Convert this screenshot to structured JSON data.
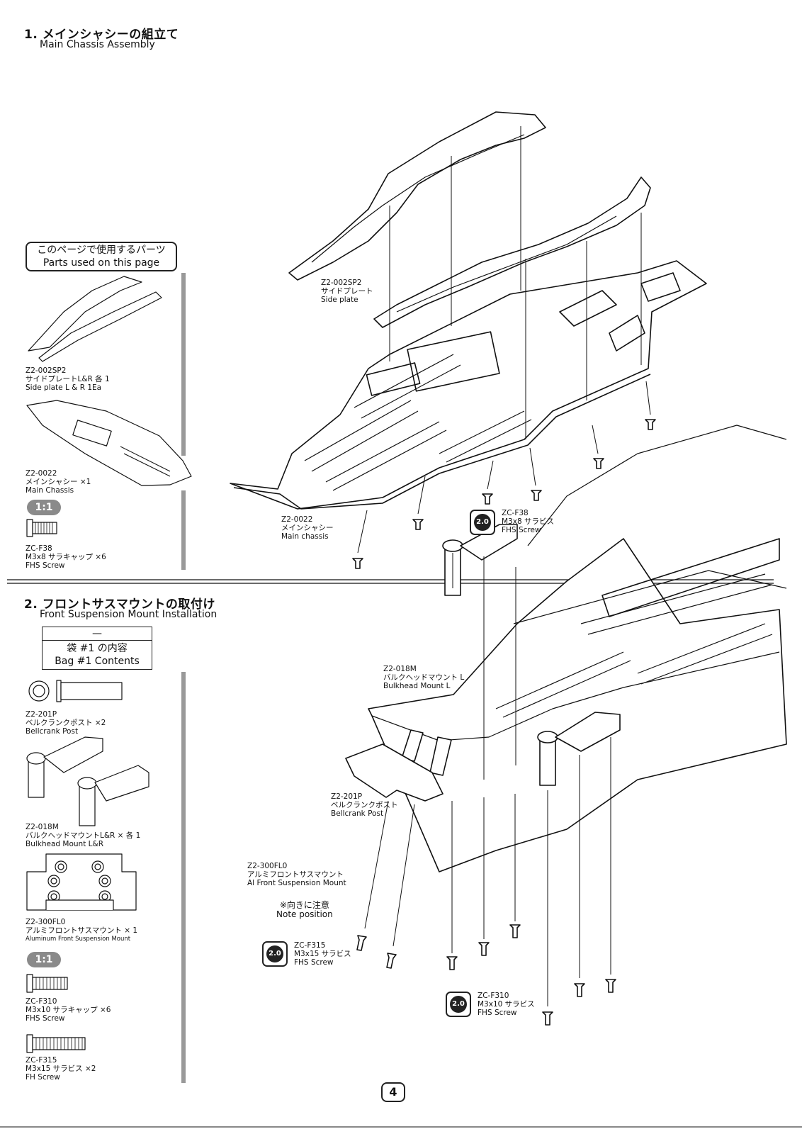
{
  "step1": {
    "title_jp": "1. メインシャシーの組立て",
    "title_en": "Main Chassis Assembly",
    "parts_box": {
      "jp": "このページで使用するパーツ",
      "en": "Parts used on this page"
    },
    "side_part": {
      "code": "Z2-002SP2",
      "jp": "サイドプレートL&R 各 1",
      "en": "Side plate L & R 1Ea"
    },
    "chassis_part": {
      "code": "Z2-0022",
      "jp": "メインシャシー ×1",
      "en": "Main Chassis"
    },
    "ratio": "1:1",
    "screw_part": {
      "code": "ZC-F38",
      "jp": "M3x8 サラキャップ ×6",
      "en": "FHS Screw"
    },
    "callout_side": {
      "code": "Z2-002SP2",
      "jp": "サイドプレート",
      "en": "Side plate"
    },
    "callout_chassis": {
      "code": "Z2-0022",
      "jp": "メインシャシー",
      "en": "Main chassis"
    },
    "callout_screw": {
      "code": "ZC-F38",
      "jp": "M3x8 サラビス",
      "en": "FHS Screw",
      "tool": "2.0"
    }
  },
  "step2": {
    "title_jp": "2. フロントサスマウントの取付け",
    "title_en": "Front Suspension Mount Installation",
    "bag_box": {
      "dash": "—",
      "jp": "袋 #1 の内容",
      "en": "Bag #1 Contents"
    },
    "post_part": {
      "code": "Z2-201P",
      "jp": "ベルクランクポスト ×2",
      "en": "Bellcrank Post"
    },
    "bulkhead_part": {
      "code": "Z2-018M",
      "jp": "バルクヘッドマウントL&R × 各 1",
      "en": "Bulkhead Mount L&R"
    },
    "sus_part": {
      "code": "Z2-300FL0",
      "jp": "アルミフロントサスマウント × 1",
      "en": "Aluminum Front Suspension Mount"
    },
    "ratio": "1:1",
    "screw10_part": {
      "code": "ZC-F310",
      "jp": "M3x10 サラキャップ ×6",
      "en": "FHS Screw"
    },
    "screw15_part": {
      "code": "ZC-F315",
      "jp": "M3x15 サラビス ×2",
      "en": "FH Screw"
    },
    "callout_bulkhead": {
      "code": "Z2-018M",
      "jp": "バルクヘッドマウント L",
      "en": "Bulkhead Mount L"
    },
    "callout_post": {
      "code": "Z2-201P",
      "jp": "ベルクランクポスト",
      "en": "Bellcrank Post"
    },
    "callout_sus": {
      "code": "Z2-300FL0",
      "jp": "アルミフロントサスマウント",
      "en": "Al Front Suspension Mount"
    },
    "note": {
      "jp": "※向きに注意",
      "en": "Note position"
    },
    "callout_screw15": {
      "code": "ZC-F315",
      "jp": "M3x15 サラビス",
      "en": "FHS Screw",
      "tool": "2.0"
    },
    "callout_screw10": {
      "code": "ZC-F310",
      "jp": "M3x10 サラビス",
      "en": "FHS Screw",
      "tool": "2.0"
    }
  },
  "page_number": "4"
}
